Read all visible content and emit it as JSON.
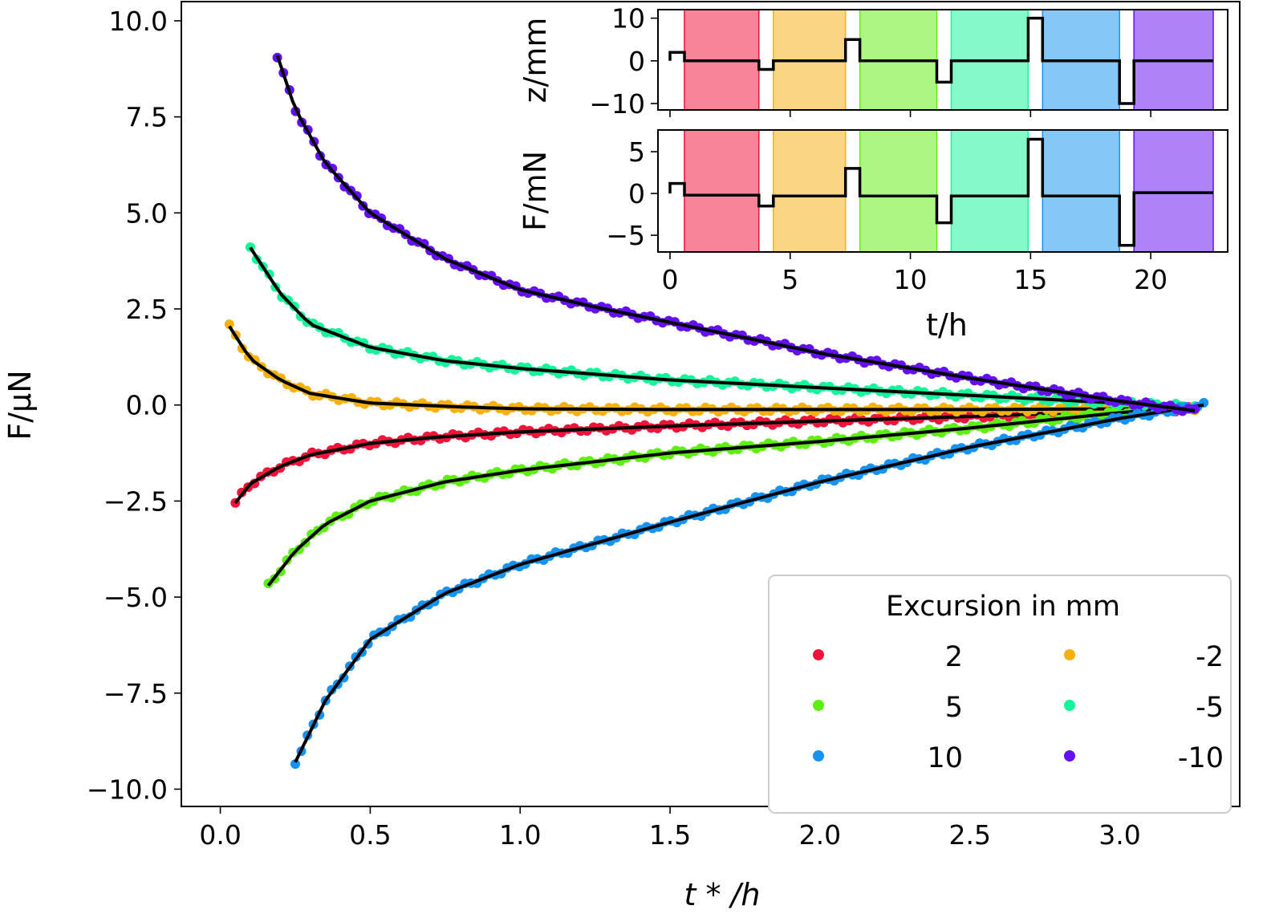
{
  "chart_data": [
    {
      "type": "scatter",
      "xlabel": "t * /h",
      "ylabel": "F/μN",
      "xlim": [
        -0.13,
        3.4
      ],
      "ylim": [
        -10.45,
        10.5
      ],
      "xticks": [
        0.0,
        0.5,
        1.0,
        1.5,
        2.0,
        2.5,
        3.0
      ],
      "xtick_labels": [
        "0.0",
        "0.5",
        "1.0",
        "1.5",
        "2.0",
        "2.5",
        "3.0"
      ],
      "yticks": [
        10.0,
        7.5,
        5.0,
        2.5,
        0.0,
        -2.5,
        -5.0,
        -7.5,
        -10.0
      ],
      "ytick_labels": [
        "10.0",
        "7.5",
        "5.0",
        "2.5",
        "0.0",
        "−2.5",
        "−5.0",
        "−7.5",
        "−10.0"
      ],
      "grid": false,
      "legend": {
        "title": "Excursion in mm",
        "placement": "bottom-right",
        "columns": 2
      },
      "fit_color": "#000000",
      "series": [
        {
          "name": "2",
          "color": "#f0133a",
          "x": [
            0.05,
            0.1,
            0.2,
            0.3,
            0.5,
            0.7,
            1.0,
            1.5,
            2.0,
            2.5,
            3.0,
            3.25
          ],
          "y": [
            -2.55,
            -2.05,
            -1.6,
            -1.3,
            -1.0,
            -0.85,
            -0.7,
            -0.55,
            -0.42,
            -0.3,
            -0.15,
            -0.1
          ]
        },
        {
          "name": "-2",
          "color": "#f5b10f",
          "x": [
            0.03,
            0.1,
            0.2,
            0.3,
            0.5,
            0.8,
            1.0,
            1.5,
            2.0,
            2.5,
            3.0,
            3.25
          ],
          "y": [
            2.05,
            1.2,
            0.65,
            0.3,
            0.05,
            -0.05,
            -0.1,
            -0.12,
            -0.12,
            -0.12,
            -0.1,
            -0.08
          ]
        },
        {
          "name": "5",
          "color": "#5fee12",
          "x": [
            0.16,
            0.25,
            0.35,
            0.5,
            0.75,
            1.0,
            1.5,
            2.0,
            2.5,
            3.0,
            3.25
          ],
          "y": [
            -4.7,
            -3.8,
            -3.1,
            -2.5,
            -2.0,
            -1.7,
            -1.25,
            -0.95,
            -0.6,
            -0.2,
            -0.05
          ]
        },
        {
          "name": "-5",
          "color": "#16f39a",
          "x": [
            0.1,
            0.2,
            0.3,
            0.5,
            0.75,
            1.0,
            1.5,
            2.0,
            2.5,
            3.0,
            3.25
          ],
          "y": [
            4.1,
            2.9,
            2.1,
            1.5,
            1.15,
            0.95,
            0.65,
            0.45,
            0.25,
            0.05,
            -0.05
          ]
        },
        {
          "name": "10",
          "color": "#1693f0",
          "x": [
            0.25,
            0.35,
            0.5,
            0.75,
            1.0,
            1.5,
            2.0,
            2.5,
            3.0,
            3.28
          ],
          "y": [
            -9.3,
            -7.7,
            -6.1,
            -4.9,
            -4.15,
            -3.05,
            -2.0,
            -1.1,
            -0.35,
            0.0
          ]
        },
        {
          "name": "-10",
          "color": "#6411f0",
          "x": [
            0.19,
            0.25,
            0.35,
            0.5,
            0.75,
            1.0,
            1.25,
            1.5,
            2.0,
            2.5,
            3.0,
            3.25
          ],
          "y": [
            9.1,
            7.7,
            6.3,
            5.0,
            3.8,
            3.0,
            2.55,
            2.15,
            1.35,
            0.7,
            0.1,
            -0.15
          ]
        }
      ]
    },
    {
      "type": "line",
      "xlabel": "",
      "ylabel": "z/mm",
      "xlim": [
        -0.5,
        23.2
      ],
      "ylim": [
        -11.5,
        12
      ],
      "yticks": [
        10,
        0,
        -10
      ],
      "ytick_labels": [
        "10",
        "0",
        "−10"
      ],
      "x": [
        0,
        0,
        0.6,
        0.6,
        3.7,
        3.7,
        4.3,
        4.3,
        7.3,
        7.3,
        7.9,
        7.9,
        11.1,
        11.1,
        11.7,
        11.7,
        14.9,
        14.9,
        15.5,
        15.5,
        18.7,
        18.7,
        19.3,
        19.3,
        22.6
      ],
      "y": [
        0,
        2,
        2,
        0,
        0,
        -2,
        -2,
        0,
        0,
        5,
        5,
        0,
        0,
        -5,
        -5,
        0,
        0,
        10,
        10,
        0,
        0,
        -10,
        -10,
        0,
        0
      ],
      "bands": [
        {
          "x0": 0.6,
          "x1": 3.7,
          "color": "#f0133a"
        },
        {
          "x0": 4.3,
          "x1": 7.3,
          "color": "#f5b10f"
        },
        {
          "x0": 7.9,
          "x1": 11.1,
          "color": "#5fee12"
        },
        {
          "x0": 11.7,
          "x1": 14.9,
          "color": "#16f39a"
        },
        {
          "x0": 15.5,
          "x1": 18.7,
          "color": "#1693f0"
        },
        {
          "x0": 19.3,
          "x1": 22.6,
          "color": "#6411f0"
        }
      ]
    },
    {
      "type": "line",
      "xlabel": "t/h",
      "ylabel": "F/mN",
      "xlim": [
        -0.5,
        23.2
      ],
      "ylim": [
        -7,
        7.6
      ],
      "xticks": [
        0,
        5,
        10,
        15,
        20
      ],
      "xtick_labels": [
        "0",
        "5",
        "10",
        "15",
        "20"
      ],
      "yticks": [
        5,
        0,
        -5
      ],
      "ytick_labels": [
        "5",
        "0",
        "−5"
      ],
      "x": [
        0,
        0,
        0.6,
        0.6,
        3.7,
        3.7,
        4.3,
        4.3,
        7.3,
        7.3,
        7.9,
        7.9,
        11.1,
        11.1,
        11.7,
        11.7,
        14.9,
        14.9,
        15.5,
        15.5,
        18.7,
        18.7,
        19.3,
        19.3,
        22.6
      ],
      "y": [
        0,
        1.2,
        1.2,
        -0.2,
        -0.2,
        -1.5,
        -1.5,
        -0.3,
        -0.3,
        3.0,
        3.0,
        -0.3,
        -0.3,
        -3.5,
        -3.5,
        -0.3,
        -0.3,
        6.5,
        6.5,
        -0.3,
        -0.3,
        -6.2,
        -6.2,
        0.1,
        0.1
      ],
      "bands": [
        {
          "x0": 0.6,
          "x1": 3.7,
          "color": "#f0133a"
        },
        {
          "x0": 4.3,
          "x1": 7.3,
          "color": "#f5b10f"
        },
        {
          "x0": 7.9,
          "x1": 11.1,
          "color": "#5fee12"
        },
        {
          "x0": 11.7,
          "x1": 14.9,
          "color": "#16f39a"
        },
        {
          "x0": 15.5,
          "x1": 18.7,
          "color": "#1693f0"
        },
        {
          "x0": 19.3,
          "x1": 22.6,
          "color": "#6411f0"
        }
      ]
    }
  ]
}
